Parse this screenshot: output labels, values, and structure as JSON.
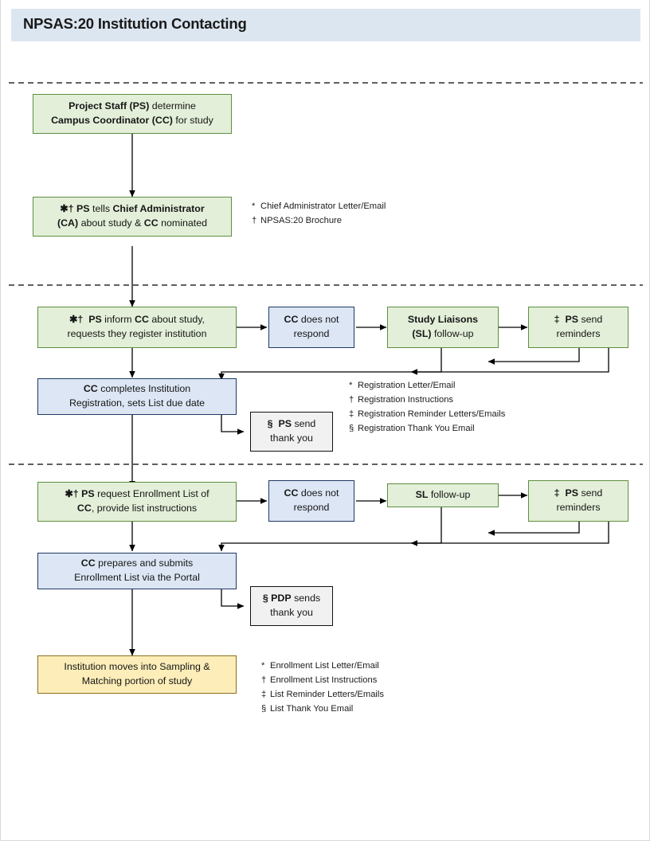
{
  "header": {
    "title": "NPSAS:20 Institution Contacting",
    "bar_color": "#dce6f1"
  },
  "colors": {
    "green_fill": "#e3efd9",
    "green_border": "#5e8f3e",
    "blue_fill": "#dce6f4",
    "blue_border": "#1f3864",
    "gray_fill": "#f1f1f1",
    "gray_border": "#111111",
    "yellow_fill": "#fdeeb9",
    "yellow_border": "#8a6d1b",
    "connector": "#000000",
    "divider": "#000000"
  },
  "stage1": {
    "box_determine_cc": {
      "line1_bold": "Project Staff (PS)",
      "line1_rest": " determine",
      "line2_bold": "Campus Coordinator (CC)",
      "line2_rest": " for study"
    },
    "box_tell_ca": {
      "symbols": "✱†",
      "line1_bold_a": "PS",
      "line1_mid": " tells ",
      "line1_bold_b": "Chief Administrator",
      "line2_bold_a": "(CA)",
      "line2_mid": " about  study & ",
      "line2_bold_b": "CC",
      "line2_rest": " nominated"
    },
    "notes": [
      {
        "mark": "*",
        "text": "Chief Administrator Letter/Email"
      },
      {
        "mark": "†",
        "text": "NPSAS:20 Brochure"
      }
    ]
  },
  "stage2": {
    "box_inform": {
      "symbols": "✱†",
      "line1_bold_a": "PS",
      "line1_mid": " inform  ",
      "line1_bold_b": "CC",
      "line1_rest": " about study,",
      "line2": "requests they register institution"
    },
    "box_no_respond": {
      "line1_bold": "CC",
      "line1_rest": " does not",
      "line2": "respond"
    },
    "box_sl_followup": {
      "line1_bold": "Study Liaisons",
      "line2_bold": "(SL)",
      "line2_rest": " follow-up"
    },
    "box_reminders": {
      "symbols": "‡",
      "line1_bold": "PS",
      "line1_rest": " send",
      "line2": "reminders"
    },
    "box_cc_registers": {
      "line1_bold": "CC",
      "line1_rest": " completes Institution",
      "line2": "Registration, sets List due date"
    },
    "box_thank_you": {
      "symbols": "§",
      "line1_bold": "PS",
      "line1_rest": " send",
      "line2": "thank you"
    },
    "notes": [
      {
        "mark": "*",
        "text": "Registration Letter/Email"
      },
      {
        "mark": "†",
        "text": "Registration Instructions"
      },
      {
        "mark": "‡",
        "text": "Registration Reminder Letters/Emails"
      },
      {
        "mark": "§",
        "text": "Registration Thank You Email"
      }
    ]
  },
  "stage3": {
    "box_request_list": {
      "symbols": "✱†",
      "line1_bold_a": "PS",
      "line1_rest": " request  Enrollment  List of",
      "line2_bold": "CC",
      "line2_rest": ", provide list instructions"
    },
    "box_no_respond": {
      "line1_bold": "CC",
      "line1_rest": " does not",
      "line2": "respond"
    },
    "box_sl_followup": {
      "line1_bold": "SL",
      "line1_rest": " follow-up"
    },
    "box_reminders": {
      "symbols": "‡",
      "line1_bold": "PS",
      "line1_rest": " send",
      "line2": "reminders"
    },
    "box_cc_submits": {
      "line1_bold": "CC",
      "line1_rest": " prepares and submits",
      "line2": "Enrollment List via the Portal"
    },
    "box_thank_you": {
      "symbols": "§",
      "line1_bold": "PDP",
      "line1_rest": " sends",
      "line2": "thank you"
    },
    "notes": [
      {
        "mark": "*",
        "text": "Enrollment List Letter/Email"
      },
      {
        "mark": "†",
        "text": "Enrollment List Instructions"
      },
      {
        "mark": "‡",
        "text": "List Reminder Letters/Emails"
      },
      {
        "mark": "§",
        "text": "List Thank You Email"
      }
    ]
  },
  "stage4": {
    "box_sampling": {
      "line1": "Institution moves into Sampling &",
      "line2": "Matching portion of study"
    }
  }
}
